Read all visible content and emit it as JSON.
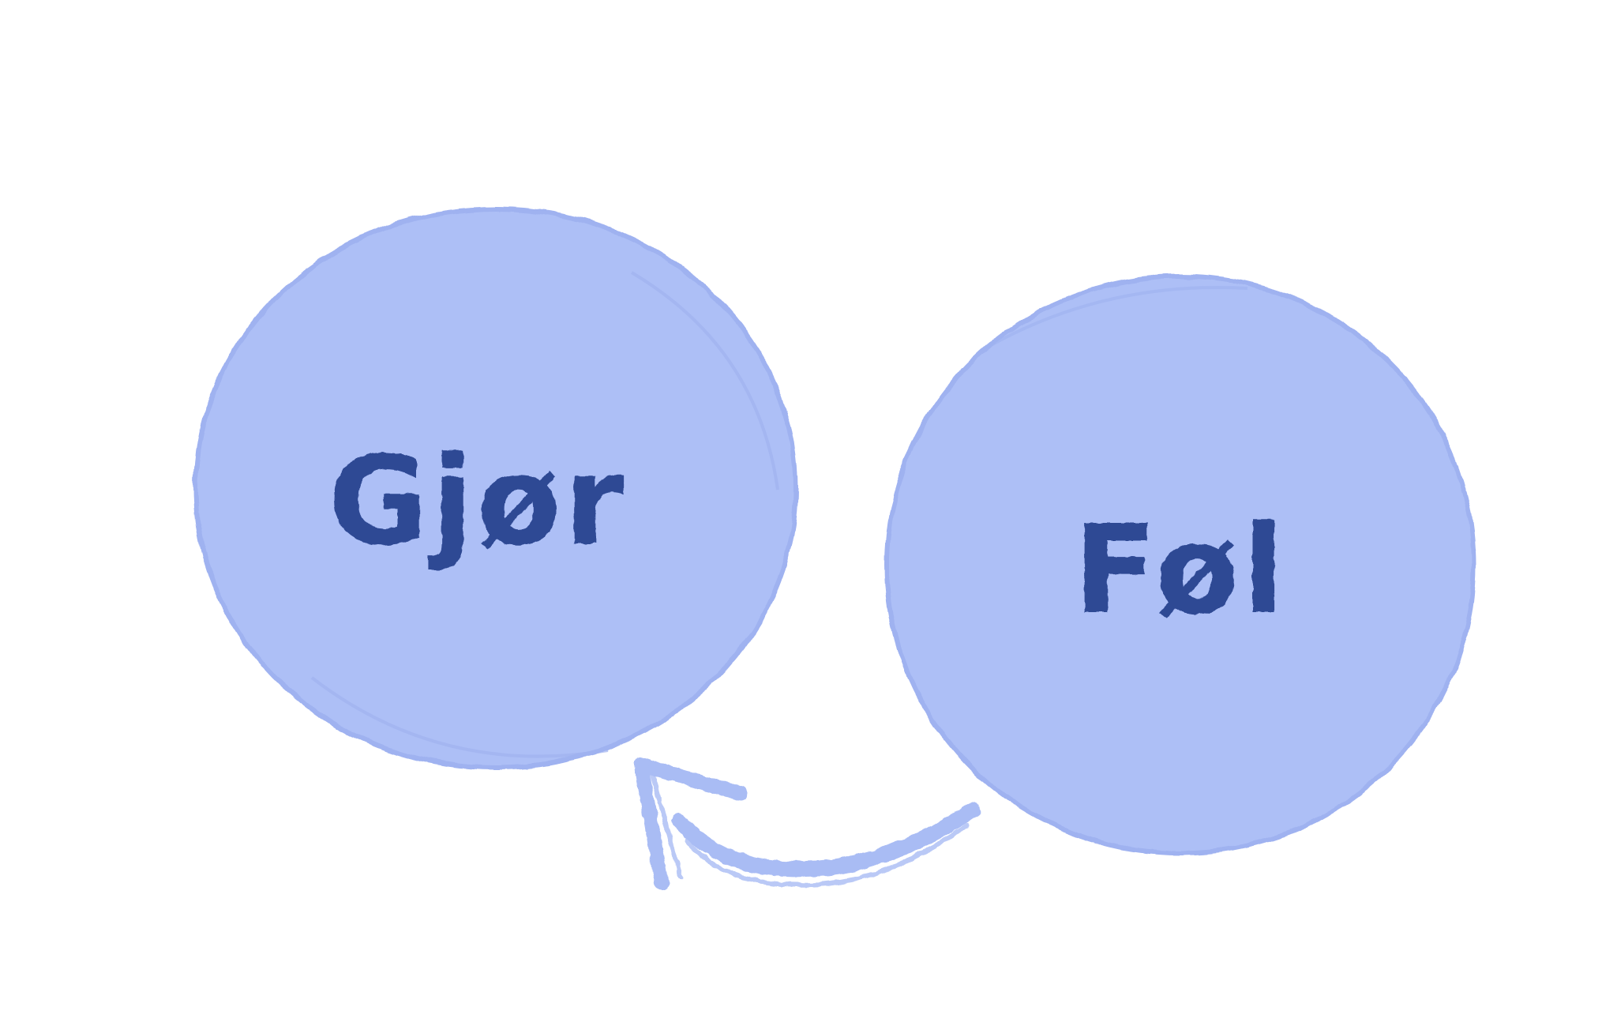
{
  "diagram": {
    "nodes": [
      {
        "id": "gjor",
        "label": "Gjør"
      },
      {
        "id": "fol",
        "label": "Føl"
      }
    ],
    "edges": [
      {
        "from": "fol",
        "to": "gjor",
        "style": "hand-drawn curved arrow"
      }
    ]
  },
  "colors": {
    "background": "#ffffff",
    "node_fill": "#adbff6",
    "node_edge": "#9fb2f0",
    "label_text": "#2e4894",
    "arrow": "#a9bcf4"
  }
}
